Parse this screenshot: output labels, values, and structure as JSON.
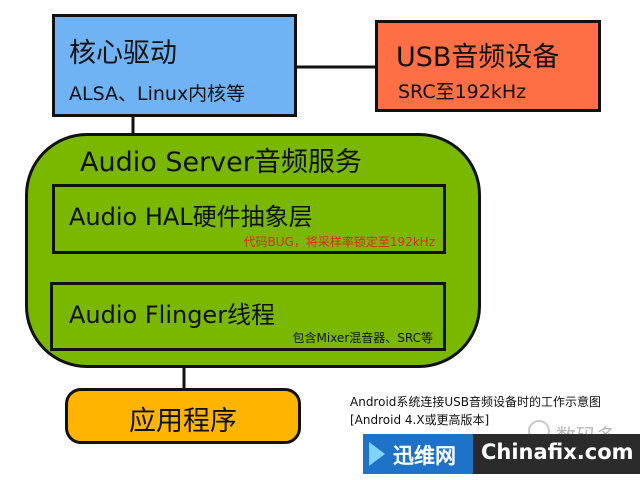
{
  "driver_box": {
    "title": "核心驱动",
    "subtitle": "ALSA、Linux内核等",
    "color": "#6fb3f5"
  },
  "usb_box": {
    "title": "USB音频设备",
    "subtitle": "SRC至192kHz",
    "color": "#ff6f45"
  },
  "server_box": {
    "title": "Audio Server音频服务",
    "color": "#7ab800"
  },
  "hal_box": {
    "title": "Audio HAL硬件抽象层",
    "note": "代码BUG，将采样率锁定至192kHz",
    "note_color": "#e8202a"
  },
  "flinger_box": {
    "title": "Audio Flinger线程",
    "note": "包含Mixer混音器、SRC等"
  },
  "app_box": {
    "title": "应用程序",
    "color": "#ffb400"
  },
  "caption": {
    "line1": "Android系统连接USB音频设备时的工作示意图",
    "line2": "[Android 4.X或更高版本]"
  },
  "watermark": {
    "text": "数码多"
  },
  "banner": {
    "left_text": "迅维网",
    "right_text": "Chinafix.com"
  }
}
